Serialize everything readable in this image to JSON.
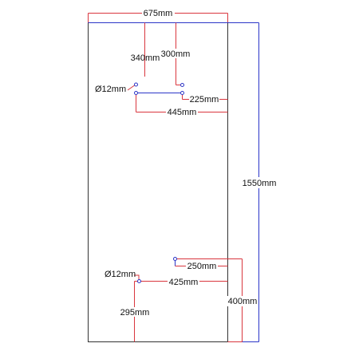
{
  "colors": {
    "panel_outline": "#333333",
    "red_dimension": "#d9363e",
    "blue_dimension": "#2b35c8",
    "hole_marker": "#2b35c8",
    "label_text": "#111111"
  },
  "dimensions": {
    "panel_width": "675mm",
    "panel_height": "1550mm",
    "upper_hole_a_from_top": "340mm",
    "upper_hole_b_from_top": "300mm",
    "upper_hole_diameter": "Ø12mm",
    "upper_hole_b_from_right": "225mm",
    "upper_hole_a_from_right": "445mm",
    "lower_hole_b_from_right": "250mm",
    "lower_hole_diameter": "Ø12mm",
    "lower_hole_a_from_right": "425mm",
    "lower_hole_a_from_bottom": "295mm",
    "lower_hole_b_from_bottom": "400mm"
  }
}
